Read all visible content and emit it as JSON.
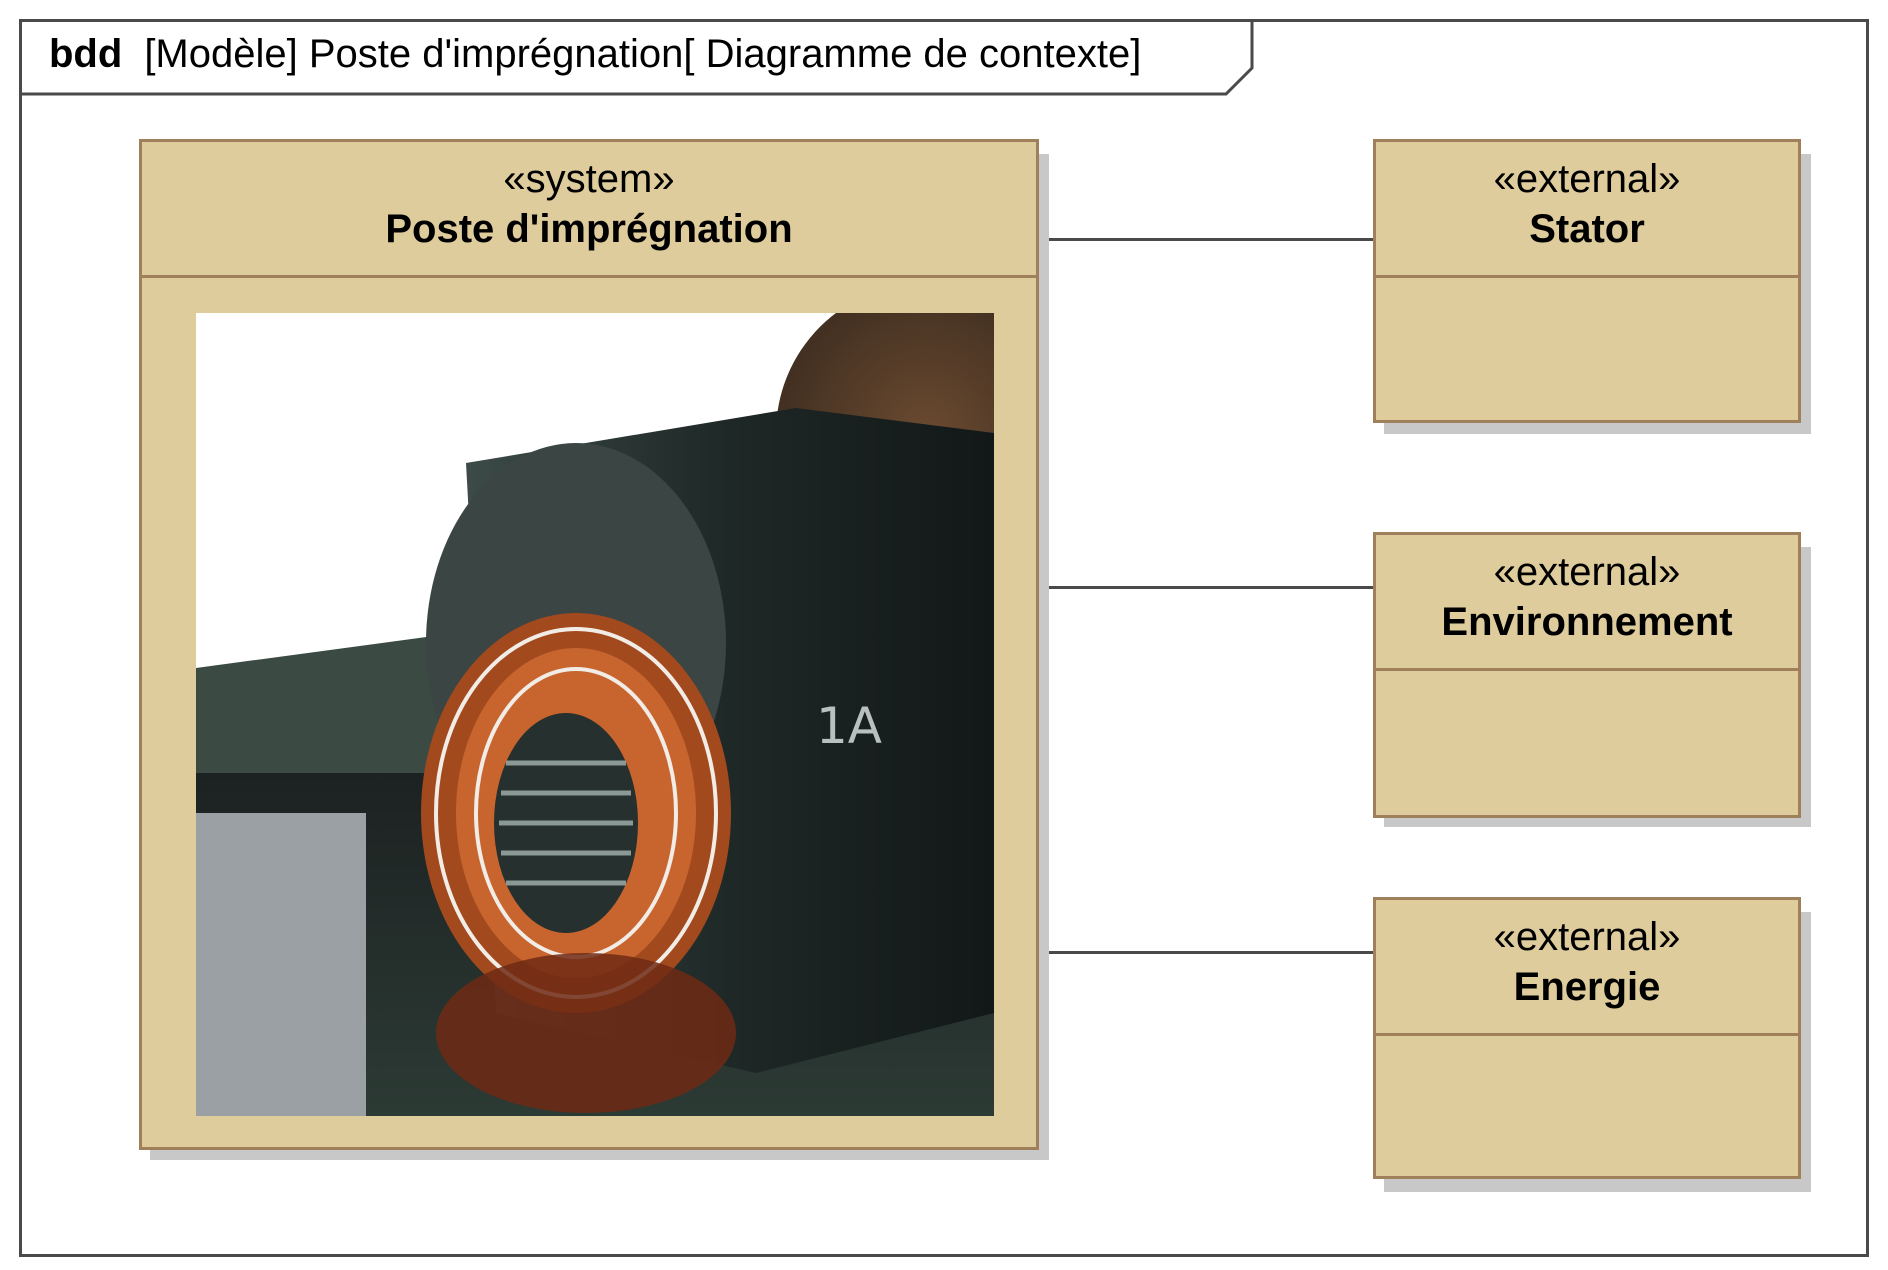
{
  "frame": {
    "kind": "bdd",
    "title": "[Modèle] Poste d'imprégnation[  Diagramme de contexte]"
  },
  "system_block": {
    "stereotype": "«system»",
    "name": "Poste d'imprégnation"
  },
  "external_blocks": [
    {
      "stereotype": "«external»",
      "name": "Stator"
    },
    {
      "stereotype": "«external»",
      "name": "Environnement"
    },
    {
      "stereotype": "«external»",
      "name": "Energie"
    }
  ],
  "colors": {
    "block_fill": "#dfcc9c",
    "block_border": "#a0805a",
    "frame_border": "#4a4a4a",
    "connector": "#4a4a4a"
  }
}
